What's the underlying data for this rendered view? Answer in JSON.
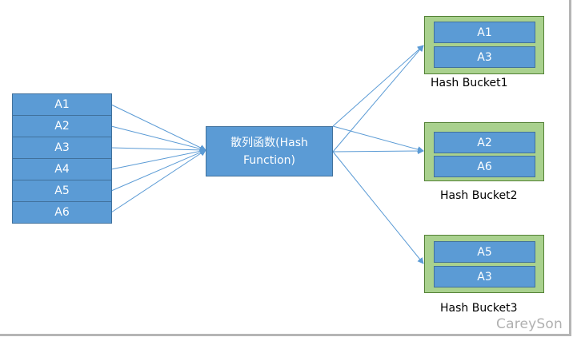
{
  "source_items": [
    "A1",
    "A2",
    "A3",
    "A4",
    "A5",
    "A6"
  ],
  "hash_function": {
    "line1": "散列函数(Hash",
    "line2": "Function)"
  },
  "buckets": [
    {
      "label": "Hash Bucket1",
      "items": [
        "A1",
        "A3"
      ]
    },
    {
      "label": "Hash Bucket2",
      "items": [
        "A2",
        "A6"
      ]
    },
    {
      "label": "Hash Bucket3",
      "items": [
        "A5",
        "A3"
      ]
    }
  ],
  "watermark": "CareySon",
  "colors": {
    "item_fill": "#5b9bd5",
    "bucket_fill": "#a9d18e",
    "arrow": "#5b9bd5"
  }
}
